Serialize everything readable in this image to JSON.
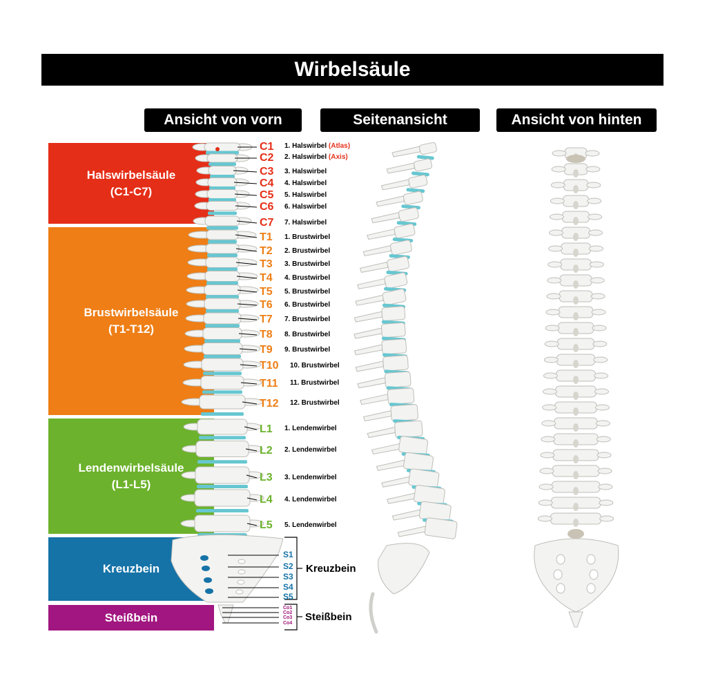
{
  "title": "Wirbelsäule",
  "views": [
    "Ansicht von vorn",
    "Seitenansicht",
    "Ansicht von hinten"
  ],
  "colors": {
    "cervical": "#e52e17",
    "thoracic": "#ee7e15",
    "lumbar": "#6cb22c",
    "sacrum": "#1573a7",
    "coccyx": "#a11680",
    "disc": "#67c7d1",
    "bone": "#f3f3f1"
  },
  "regions": [
    {
      "name": "Halswirbelsäule",
      "range": "(C1-C7)"
    },
    {
      "name": "Brustwirbelsäule",
      "range": "(T1-T12)"
    },
    {
      "name": "Lendenwirbelsäule",
      "range": "(L1-L5)"
    },
    {
      "name": "Kreuzbein",
      "range": ""
    },
    {
      "name": "Steißbein",
      "range": ""
    }
  ],
  "vertebrae": [
    {
      "code": "C1",
      "label": "1. Halswirbel",
      "note": "(Atlas)"
    },
    {
      "code": "C2",
      "label": "2. Halswirbel",
      "note": "(Axis)"
    },
    {
      "code": "C3",
      "label": "3. Halswirbel"
    },
    {
      "code": "C4",
      "label": "4. Halswirbel"
    },
    {
      "code": "C5",
      "label": "5. Halswirbel"
    },
    {
      "code": "C6",
      "label": "6. Halswirbel"
    },
    {
      "code": "C7",
      "label": "7. Halswirbel"
    },
    {
      "code": "T1",
      "label": "1. Brustwirbel"
    },
    {
      "code": "T2",
      "label": "2. Brustwirbel"
    },
    {
      "code": "T3",
      "label": "3. Brustwirbel"
    },
    {
      "code": "T4",
      "label": "4. Brustwirbel"
    },
    {
      "code": "T5",
      "label": "5. Brustwirbel"
    },
    {
      "code": "T6",
      "label": "6. Brustwirbel"
    },
    {
      "code": "T7",
      "label": "7. Brustwirbel"
    },
    {
      "code": "T8",
      "label": "8. Brustwirbel"
    },
    {
      "code": "T9",
      "label": "9. Brustwirbel"
    },
    {
      "code": "T10",
      "label": "10. Brustwirbel"
    },
    {
      "code": "T11",
      "label": "11. Brustwirbel"
    },
    {
      "code": "T12",
      "label": "12. Brustwirbel"
    },
    {
      "code": "L1",
      "label": "1. Lendenwirbel"
    },
    {
      "code": "L2",
      "label": "2. Lendenwirbel"
    },
    {
      "code": "L3",
      "label": "3. Lendenwirbel"
    },
    {
      "code": "L4",
      "label": "4. Lendenwirbel"
    },
    {
      "code": "L5",
      "label": "5. Lendenwirbel"
    }
  ],
  "sacral": [
    "S1",
    "S2",
    "S3",
    "S4",
    "S5"
  ],
  "sacral_label": "Kreuzbein",
  "coccygeal": [
    "Co1",
    "Co2",
    "Co3",
    "Co4"
  ],
  "coccygeal_label": "Steißbein"
}
